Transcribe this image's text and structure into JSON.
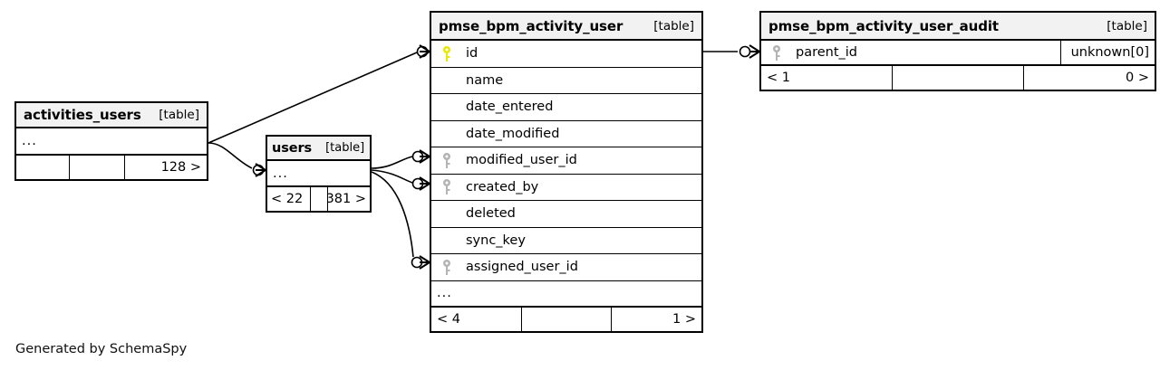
{
  "diagram": {
    "caption": "Generated by SchemaSpy",
    "table_tag": "[table]",
    "ellipsis": "...",
    "colors": {
      "primary_key": "#e8e800",
      "foreign_key": "#b4b4b4",
      "header_background": "#f2f2f2",
      "border": "#000000",
      "background": "#ffffff"
    }
  },
  "tables": {
    "activities_users": {
      "name": "activities_users",
      "tag": "[table]",
      "rows": [
        {
          "label": "..."
        }
      ],
      "footer": {
        "left": "",
        "middle": "",
        "right": "128 >"
      }
    },
    "users": {
      "name": "users",
      "tag": "[table]",
      "rows": [
        {
          "label": "..."
        }
      ],
      "footer": {
        "left": "< 22",
        "middle": "",
        "right": "381 >"
      }
    },
    "pmse_bpm_activity_user": {
      "name": "pmse_bpm_activity_user",
      "tag": "[table]",
      "columns": [
        {
          "name": "id",
          "key": "primary"
        },
        {
          "name": "name",
          "key": "none"
        },
        {
          "name": "date_entered",
          "key": "none"
        },
        {
          "name": "date_modified",
          "key": "none"
        },
        {
          "name": "modified_user_id",
          "key": "foreign"
        },
        {
          "name": "created_by",
          "key": "foreign"
        },
        {
          "name": "deleted",
          "key": "none"
        },
        {
          "name": "sync_key",
          "key": "none"
        },
        {
          "name": "assigned_user_id",
          "key": "foreign"
        },
        {
          "name": "...",
          "key": "none"
        }
      ],
      "footer": {
        "left": "< 4",
        "middle": "",
        "right": "1 >"
      }
    },
    "pmse_bpm_activity_user_audit": {
      "name": "pmse_bpm_activity_user_audit",
      "tag": "[table]",
      "columns": [
        {
          "name": "parent_id",
          "key": "foreign",
          "type": "unknown[0]"
        }
      ],
      "footer": {
        "left": "< 1",
        "middle": "",
        "right": "0 >"
      }
    }
  },
  "relationships": [
    {
      "from": "activities_users",
      "to": "pmse_bpm_activity_user.id"
    },
    {
      "from": "activities_users",
      "to": "users"
    },
    {
      "from": "users",
      "to": "pmse_bpm_activity_user.modified_user_id"
    },
    {
      "from": "users",
      "to": "pmse_bpm_activity_user.created_by"
    },
    {
      "from": "users",
      "to": "pmse_bpm_activity_user.assigned_user_id"
    },
    {
      "from": "pmse_bpm_activity_user.id",
      "to": "pmse_bpm_activity_user_audit.parent_id"
    }
  ]
}
